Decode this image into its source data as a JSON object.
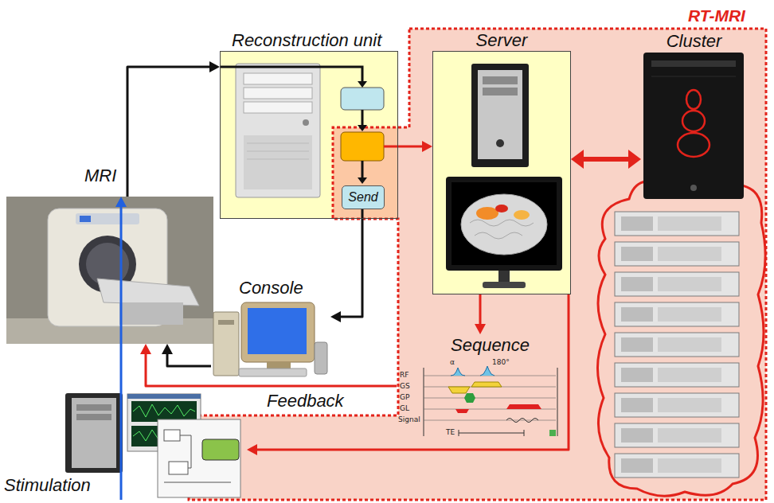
{
  "diagram": {
    "nodes": [
      {
        "text": [
          "Reconstruction unit"
        ]
      },
      {
        "text": [
          "Send"
        ],
        "in": 0
      },
      {
        "text": [
          "Server"
        ]
      },
      {
        "text": [
          "Cluster"
        ]
      },
      {
        "text": [
          "MRI"
        ]
      },
      {
        "text": [
          "Console"
        ]
      },
      {
        "text": [
          "Sequence"
        ]
      },
      {
        "text": [
          "Stimulation"
        ]
      }
    ],
    "edges": [
      {
        "from": 4,
        "to": 0,
        "arrow": "to"
      },
      {
        "from": 1,
        "to": 5,
        "arrow": "to"
      },
      {
        "from": 5,
        "to": 4,
        "arrow": "to"
      },
      {
        "from": 0,
        "to": 2,
        "arrow": "to"
      },
      {
        "from": 2,
        "to": 3,
        "arrow": "both"
      },
      {
        "from": 2,
        "to": 6,
        "arrow": "to"
      },
      {
        "from": 6,
        "to": 4,
        "label": "Feedback",
        "arrow": "to"
      },
      {
        "from": 2,
        "to": 7,
        "arrow": "to"
      },
      {
        "from": 7,
        "to": 4,
        "arrow": "to"
      }
    ],
    "labels": [
      "RT-MRI",
      "RF",
      "GS",
      "GP",
      "GL",
      "Signal",
      "TE",
      "α",
      "180°"
    ]
  }
}
